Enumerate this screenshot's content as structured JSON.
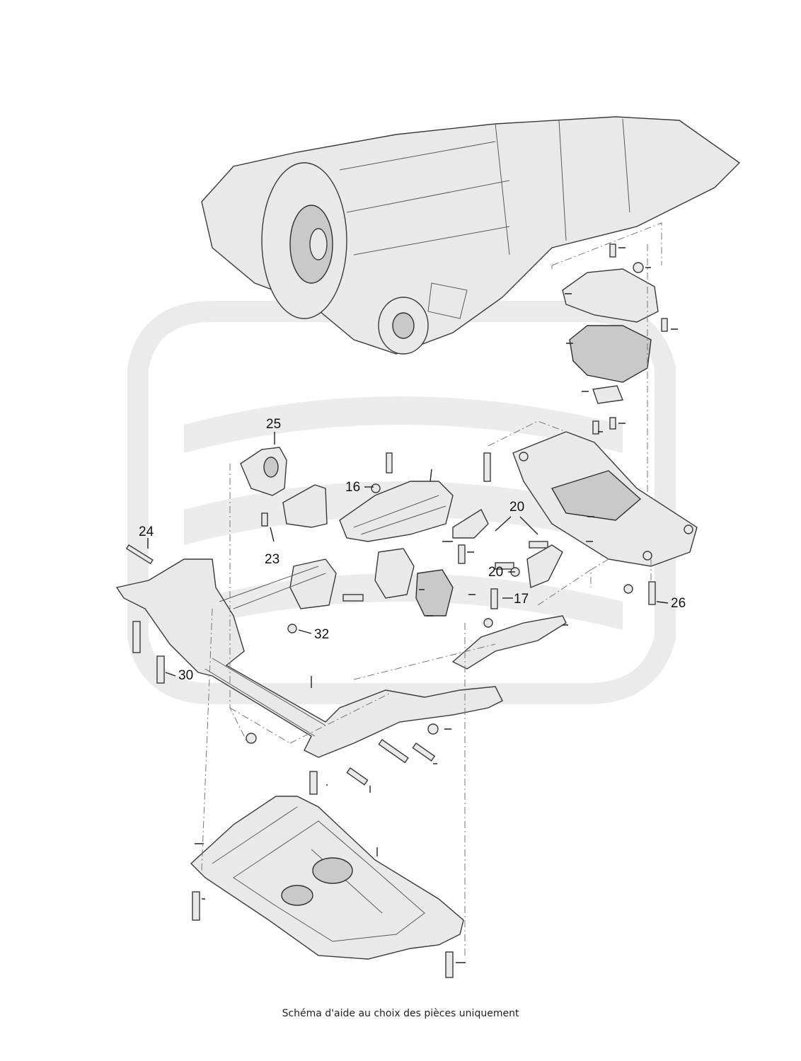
{
  "callouts": {
    "c16": "16",
    "c17": "17",
    "c20a": "20",
    "c20b": "20",
    "c23": "23",
    "c24": "24",
    "c25": "25",
    "c26": "26",
    "c30": "30",
    "c32": "32"
  },
  "footer": {
    "caption": "Schéma d'aide au choix des pièces uniquement"
  },
  "colors": {
    "part_fill": "#e9e9e9",
    "line": "#3a3a3a",
    "watermark": "#ebebeb"
  }
}
